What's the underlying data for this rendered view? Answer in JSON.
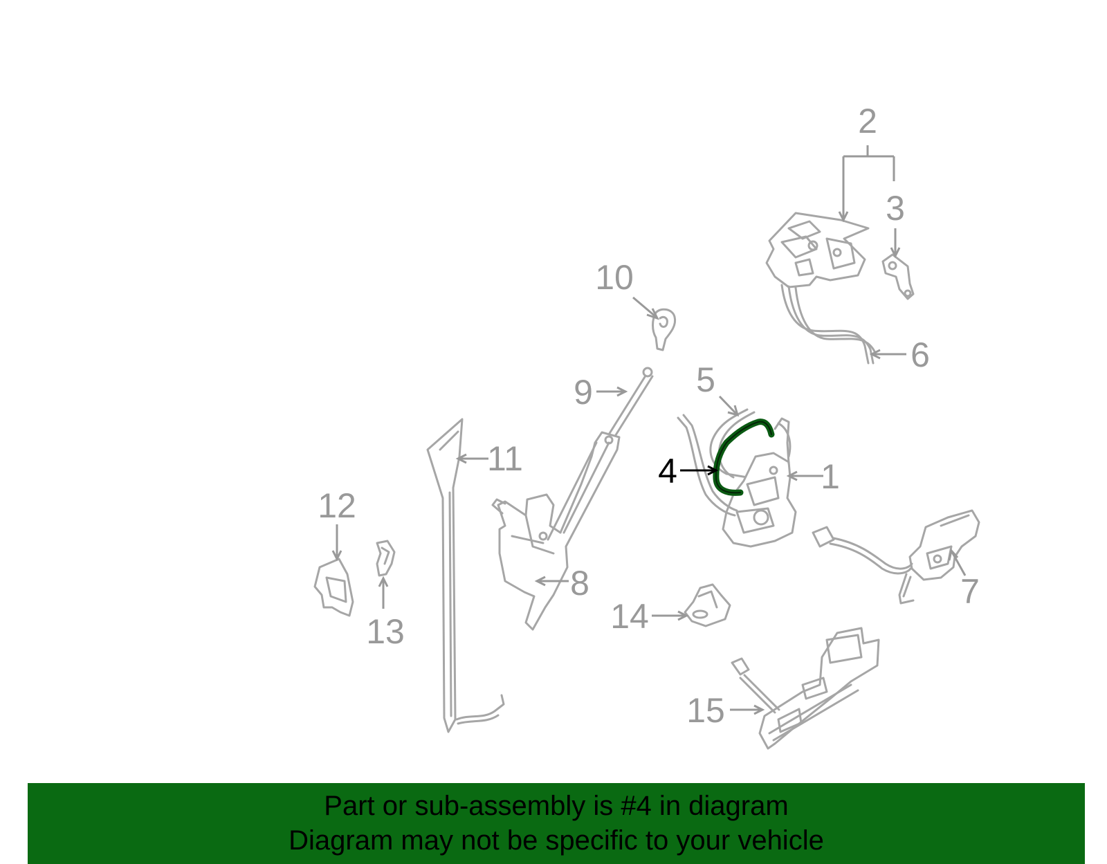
{
  "diagram": {
    "callouts": [
      {
        "id": "1",
        "label": "1"
      },
      {
        "id": "2",
        "label": "2"
      },
      {
        "id": "3",
        "label": "3"
      },
      {
        "id": "4",
        "label": "4",
        "highlighted": true
      },
      {
        "id": "5",
        "label": "5"
      },
      {
        "id": "6",
        "label": "6"
      },
      {
        "id": "7",
        "label": "7"
      },
      {
        "id": "8",
        "label": "8"
      },
      {
        "id": "9",
        "label": "9"
      },
      {
        "id": "10",
        "label": "10"
      },
      {
        "id": "11",
        "label": "11"
      },
      {
        "id": "12",
        "label": "12"
      },
      {
        "id": "13",
        "label": "13"
      },
      {
        "id": "14",
        "label": "14"
      },
      {
        "id": "15",
        "label": "15"
      }
    ],
    "colors": {
      "part_line": "#a6a6a6",
      "callout_text": "#999999",
      "highlight_part": "#0a5a12",
      "highlight_text": "#000000",
      "banner_bg": "#0a6a12"
    }
  },
  "banner": {
    "line1": "Part or sub-assembly is #4 in diagram",
    "line2": "Diagram may not be specific to your vehicle"
  }
}
